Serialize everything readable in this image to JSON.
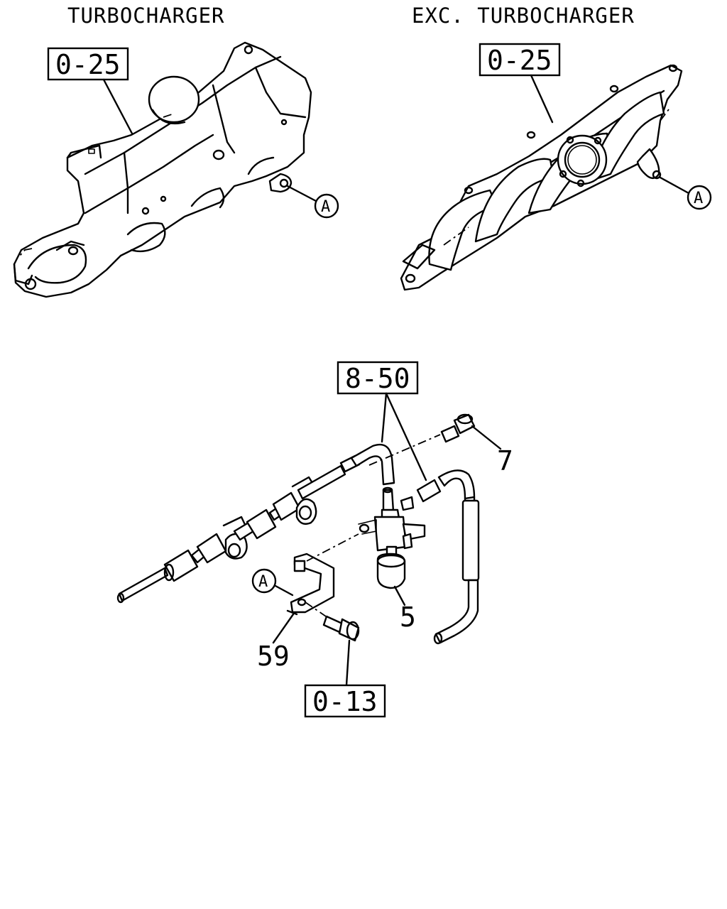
{
  "titles": {
    "left": "TURBOCHARGER",
    "right": "EXC. TURBOCHARGER"
  },
  "callouts": {
    "left_manifold_ref": "0-25",
    "right_manifold_ref": "0-25",
    "hose_ref": "8-50",
    "bolt_ref": "0-13"
  },
  "parts": {
    "bolt_top": "7",
    "vsv_valve": "5",
    "bracket": "59"
  },
  "markers": {
    "left_point": "A",
    "right_point": "A",
    "bracket_point": "A"
  }
}
